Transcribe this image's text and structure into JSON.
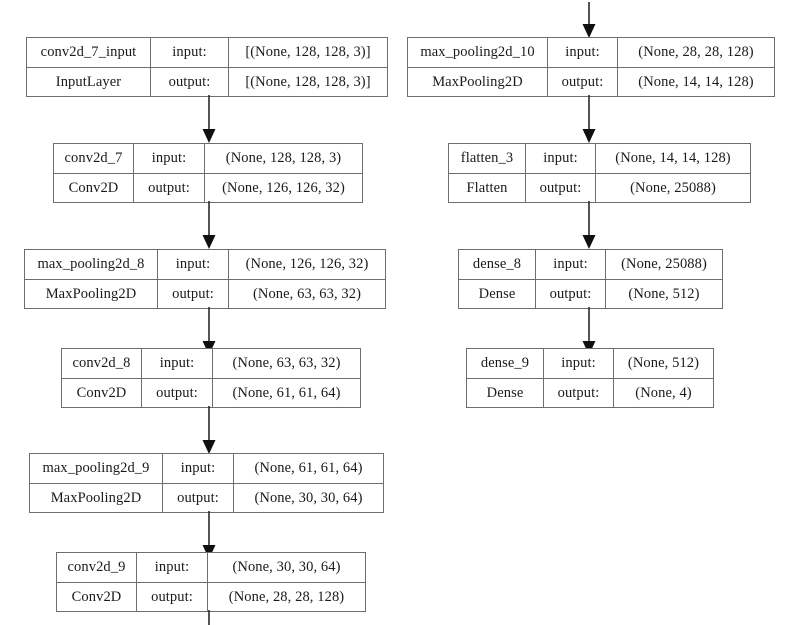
{
  "diagram": {
    "title": "Keras model architecture graph",
    "type": "neural-network-layer-graph",
    "border_color": "#6e6e6e",
    "edge_color": "#2b2b2b",
    "background": "#ffffff",
    "io_labels": {
      "input": "input:",
      "output": "output:"
    },
    "columns": [
      {
        "id": "left-column",
        "nodes": [
          "conv2d_7_input",
          "conv2d_7",
          "max_pooling2d_8",
          "conv2d_8",
          "max_pooling2d_9",
          "conv2d_9"
        ]
      },
      {
        "id": "right-column",
        "nodes": [
          "max_pooling2d_10",
          "flatten_3",
          "dense_8",
          "dense_9"
        ]
      }
    ],
    "nodes": [
      {
        "id": "conv2d_7_input",
        "name": "conv2d_7_input",
        "type": "InputLayer",
        "input_label": "input:",
        "output_label": "output:",
        "input_shape": "[(None, 128, 128, 3)]",
        "output_shape": "[(None, 128, 128, 3)]"
      },
      {
        "id": "conv2d_7",
        "name": "conv2d_7",
        "type": "Conv2D",
        "input_label": "input:",
        "output_label": "output:",
        "input_shape": "(None, 128, 128, 3)",
        "output_shape": "(None, 126, 126, 32)"
      },
      {
        "id": "max_pooling2d_8",
        "name": "max_pooling2d_8",
        "type": "MaxPooling2D",
        "input_label": "input:",
        "output_label": "output:",
        "input_shape": "(None, 126, 126, 32)",
        "output_shape": "(None, 63, 63, 32)"
      },
      {
        "id": "conv2d_8",
        "name": "conv2d_8",
        "type": "Conv2D",
        "input_label": "input:",
        "output_label": "output:",
        "input_shape": "(None, 63, 63, 32)",
        "output_shape": "(None, 61, 61, 64)"
      },
      {
        "id": "max_pooling2d_9",
        "name": "max_pooling2d_9",
        "type": "MaxPooling2D",
        "input_label": "input:",
        "output_label": "output:",
        "input_shape": "(None, 61, 61, 64)",
        "output_shape": "(None, 30, 30, 64)"
      },
      {
        "id": "conv2d_9",
        "name": "conv2d_9",
        "type": "Conv2D",
        "input_label": "input:",
        "output_label": "output:",
        "input_shape": "(None, 30, 30, 64)",
        "output_shape": "(None, 28, 28, 128)"
      },
      {
        "id": "max_pooling2d_10",
        "name": "max_pooling2d_10",
        "type": "MaxPooling2D",
        "input_label": "input:",
        "output_label": "output:",
        "input_shape": "(None, 28, 28, 128)",
        "output_shape": "(None, 14, 14, 128)"
      },
      {
        "id": "flatten_3",
        "name": "flatten_3",
        "type": "Flatten",
        "input_label": "input:",
        "output_label": "output:",
        "input_shape": "(None, 14, 14, 128)",
        "output_shape": "(None, 25088)"
      },
      {
        "id": "dense_8",
        "name": "dense_8",
        "type": "Dense",
        "input_label": "input:",
        "output_label": "output:",
        "input_shape": "(None, 25088)",
        "output_shape": "(None, 512)"
      },
      {
        "id": "dense_9",
        "name": "dense_9",
        "type": "Dense",
        "input_label": "input:",
        "output_label": "output:",
        "input_shape": "(None, 512)",
        "output_shape": "(None, 4)"
      }
    ],
    "edges": [
      {
        "from": "conv2d_7_input",
        "to": "conv2d_7"
      },
      {
        "from": "conv2d_7",
        "to": "max_pooling2d_8"
      },
      {
        "from": "max_pooling2d_8",
        "to": "conv2d_8"
      },
      {
        "from": "conv2d_8",
        "to": "max_pooling2d_9"
      },
      {
        "from": "max_pooling2d_9",
        "to": "conv2d_9"
      },
      {
        "from": "conv2d_9",
        "to": "max_pooling2d_10"
      },
      {
        "from": "max_pooling2d_10",
        "to": "flatten_3"
      },
      {
        "from": "flatten_3",
        "to": "dense_8"
      },
      {
        "from": "dense_8",
        "to": "dense_9"
      }
    ]
  }
}
